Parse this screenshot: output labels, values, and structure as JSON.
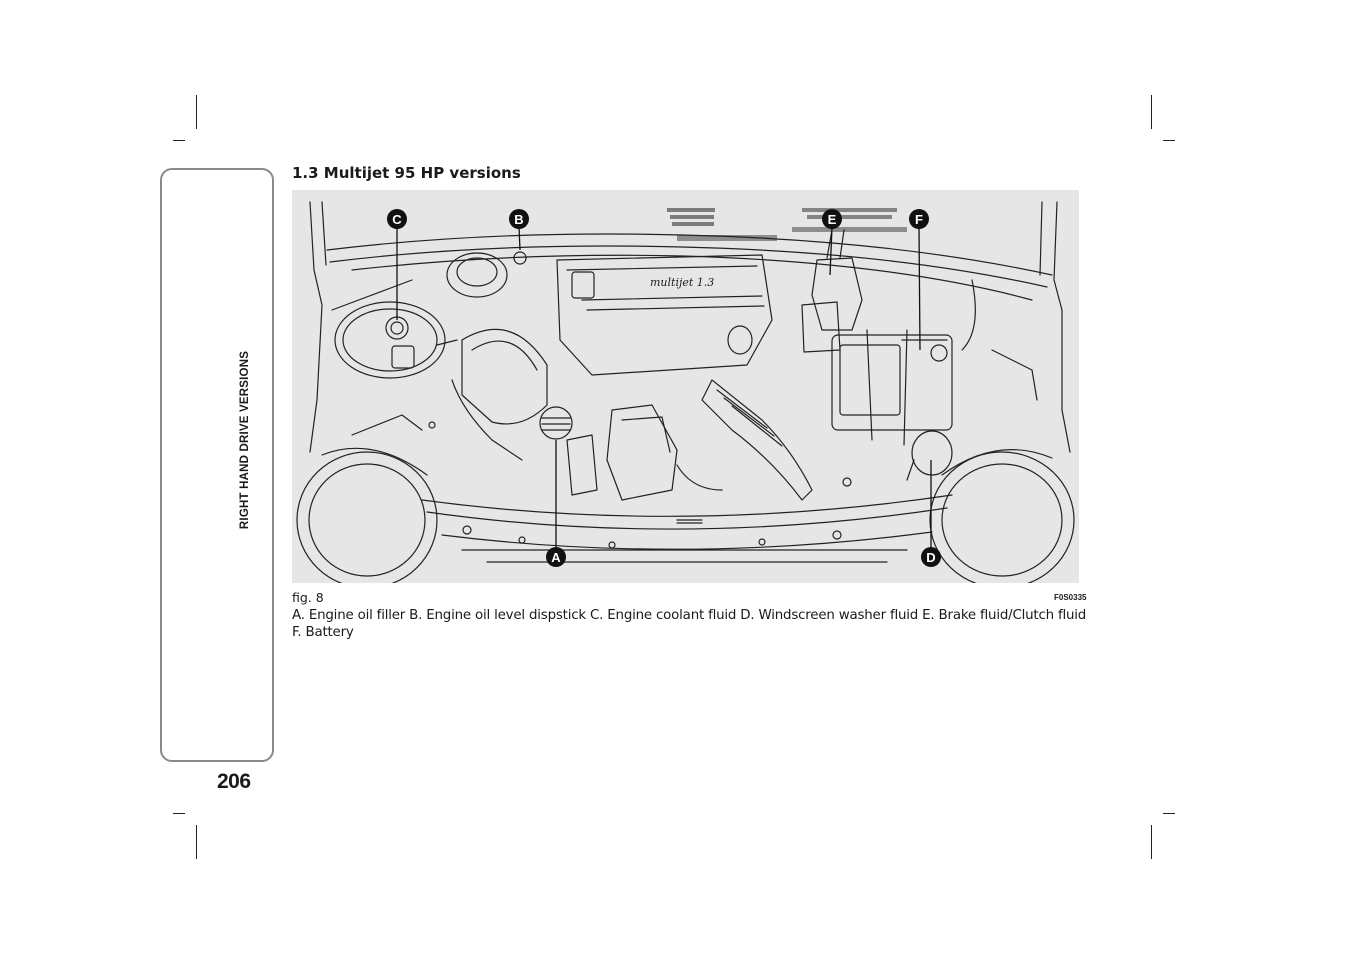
{
  "sidebar": {
    "section_label": "RIGHT HAND DRIVE VERSIONS"
  },
  "page": {
    "number": "206"
  },
  "section": {
    "title": "1.3 Multijet 95 HP versions"
  },
  "figure": {
    "label": "fig. 8",
    "code": "F0S0335",
    "engine_badge": "multijet 1.3",
    "markers": [
      "C",
      "B",
      "E",
      "F",
      "A",
      "D"
    ]
  },
  "caption": {
    "line1": "A. Engine oil filler B. Engine oil level dispstick C. Engine coolant fluid D. Windscreen washer fluid E. Brake fluid/Clutch fluid",
    "line2": "F. Battery"
  }
}
